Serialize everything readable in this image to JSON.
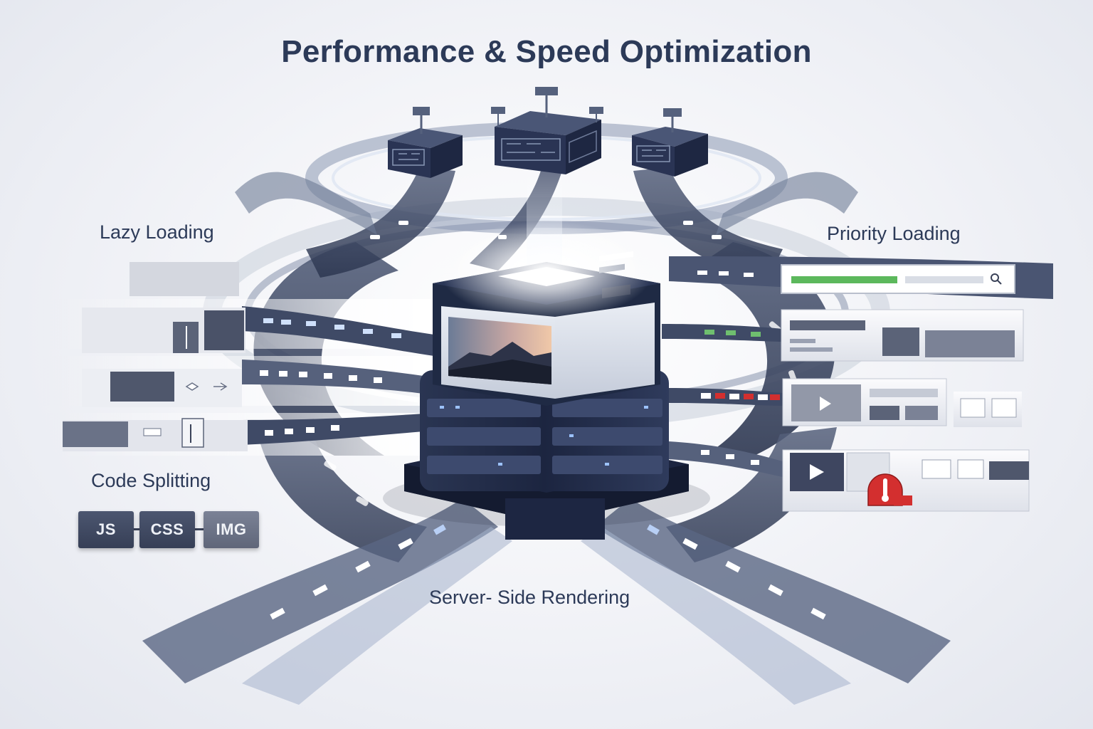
{
  "title": "Performance & Speed Optimization",
  "labels": {
    "lazy_loading": "Lazy Loading",
    "priority_loading": "Priority Loading",
    "code_splitting": "Code Splitting",
    "server_side_rendering": "Server- Side Rendering"
  },
  "code_chunks": [
    "JS",
    "CSS",
    "IMG"
  ],
  "colors": {
    "primary_dark": "#2c3a58",
    "server_body": "#1f2a44",
    "road": "#3a4560",
    "accent_blue": "#6fa3e8",
    "progress_green": "#5cb85c",
    "alert_red": "#d32f2f"
  },
  "priority_panel": {
    "search_icon": "search-icon",
    "play_icon": "play-icon",
    "alert_icon": "thermometer-alert-icon",
    "progress_fraction": 0.55
  }
}
